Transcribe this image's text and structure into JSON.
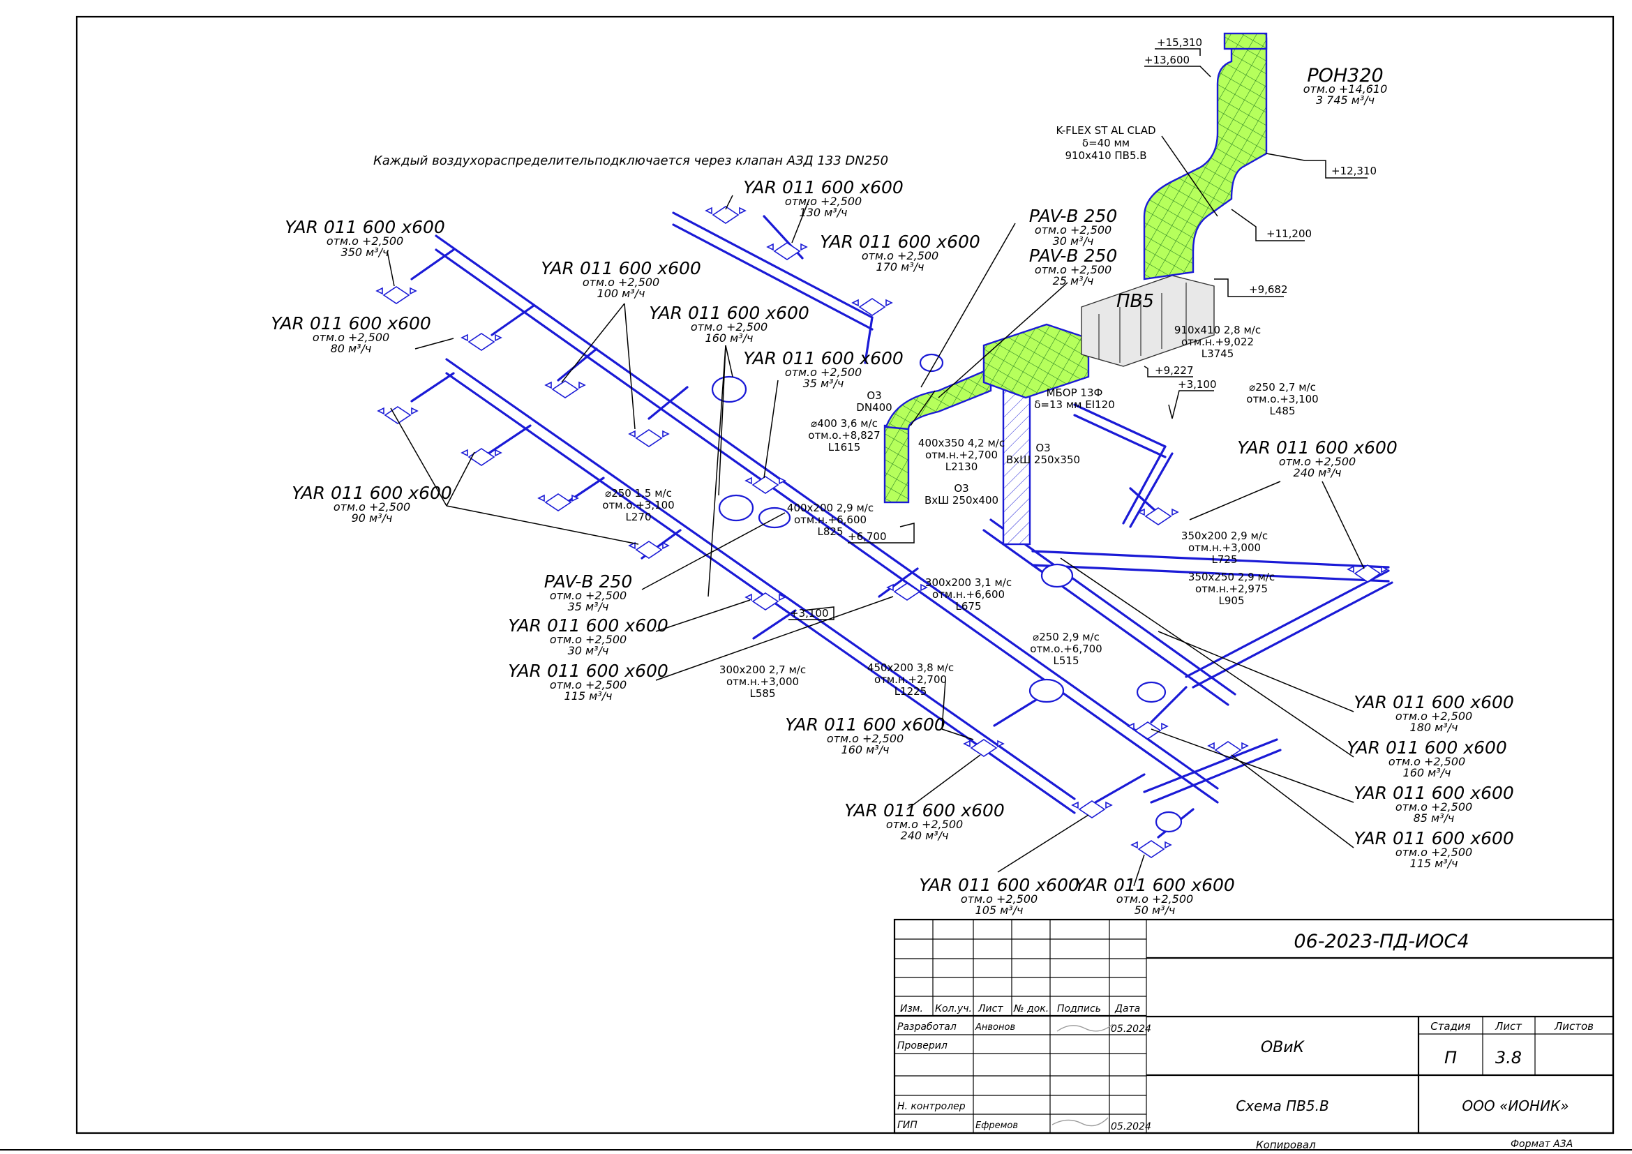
{
  "note": "Каждый воздухораспределительподключается через клапан АЗД 133 DN250",
  "diffusers": [
    {
      "model": "YAR 011 600 x600",
      "elev": "отм.о +2,500",
      "flow": "130 м³/ч"
    },
    {
      "model": "YAR 011 600 x600",
      "elev": "отм.о +2,500",
      "flow": "350 м³/ч"
    },
    {
      "model": "YAR 011 600 x600",
      "elev": "отм.о +2,500",
      "flow": "170 м³/ч"
    },
    {
      "model": "YAR 011 600 x600",
      "elev": "отм.о +2,500",
      "flow": "100 м³/ч"
    },
    {
      "model": "YAR 011 600 x600",
      "elev": "отм.о +2,500",
      "flow": "80 м³/ч"
    },
    {
      "model": "YAR 011 600 x600",
      "elev": "отм.о +2,500",
      "flow": "160 м³/ч"
    },
    {
      "model": "YAR 011 600 x600",
      "elev": "отм.о +2,500",
      "flow": "35 м³/ч"
    },
    {
      "model": "YAR 011 600 x600",
      "elev": "отм.о +2,500",
      "flow": "90 м³/ч"
    },
    {
      "model": "YAR 011 600 x600",
      "elev": "отм.о +2,500",
      "flow": "240 м³/ч"
    },
    {
      "model": "YAR 011 600 x600",
      "elev": "отм.о +2,500",
      "flow": "30 м³/ч"
    },
    {
      "model": "YAR 011 600 x600",
      "elev": "отм.о +2,500",
      "flow": "115 м³/ч"
    },
    {
      "model": "YAR 011 600 x600",
      "elev": "отм.о +2,500",
      "flow": "160 м³/ч"
    },
    {
      "model": "YAR 011 600 x600",
      "elev": "отм.о +2,500",
      "flow": "240 м³/ч"
    },
    {
      "model": "YAR 011 600 x600",
      "elev": "отм.о +2,500",
      "flow": "105 м³/ч"
    },
    {
      "model": "YAR 011 600 x600",
      "elev": "отм.о +2,500",
      "flow": "50 м³/ч"
    },
    {
      "model": "YAR 011 600 x600",
      "elev": "отм.о +2,500",
      "flow": "180 м³/ч"
    },
    {
      "model": "YAR 011 600 x600",
      "elev": "отм.о +2,500",
      "flow": "160 м³/ч"
    },
    {
      "model": "YAR 011 600 x600",
      "elev": "отм.о +2,500",
      "flow": "85 м³/ч"
    },
    {
      "model": "YAR 011 600 x600",
      "elev": "отм.о +2,500",
      "flow": "115 м³/ч"
    }
  ],
  "valves": [
    {
      "model": "PAV-B 250",
      "elev": "отм.о +2,500",
      "flow": "30 м³/ч"
    },
    {
      "model": "PAV-B 250",
      "elev": "отм.о +2,500",
      "flow": "25 м³/ч"
    },
    {
      "model": "PAV-B 250",
      "elev": "отм.о +2,500",
      "flow": "35 м³/ч"
    }
  ],
  "roof_unit": {
    "model": "РОН320",
    "elev": "отм.о +14,610",
    "flow": "3 745 м³/ч"
  },
  "insulation": {
    "name": "K-FLEX ST AL CLAD",
    "thickness": "δ=40 мм",
    "section": "910x410  ПВ5.В"
  },
  "fire_insulation": {
    "name": "МБОР 13Ф",
    "spec": "δ=13 мм EI120"
  },
  "ahu_label": "ПВ5",
  "levels": [
    "+15,310",
    "+13,600",
    "+12,310",
    "+11,200",
    "+9,682",
    "+9,227",
    "+3,100",
    "+6,700",
    "+3,100"
  ],
  "segments": [
    {
      "l1": "910x410  2,8 м/с",
      "l2": "отм.н.+9,022",
      "l3": "L3745"
    },
    {
      "l1": "⌀250  2,7 м/с",
      "l2": "отм.о.+3,100",
      "l3": "L485"
    },
    {
      "l1": "⌀400  3,6 м/с",
      "l2": "отм.о.+8,827",
      "l3": "L1615"
    },
    {
      "l1": "400x350  4,2 м/с",
      "l2": "отм.н.+2,700",
      "l3": "L2130"
    },
    {
      "l1": "⌀250  1,5 м/с",
      "l2": "отм.о.+3,100",
      "l3": "L270"
    },
    {
      "l1": "400x200  2,9 м/с",
      "l2": "отм.н.+6,600",
      "l3": "L825"
    },
    {
      "l1": "350x200  2,9 м/с",
      "l2": "отм.н.+3,000",
      "l3": "L725"
    },
    {
      "l1": "350x250  2,9 м/с",
      "l2": "отм.н.+2,975",
      "l3": "L905"
    },
    {
      "l1": "300x200  3,1 м/с",
      "l2": "отм.н.+6,600",
      "l3": "L675"
    },
    {
      "l1": "⌀250  2,9 м/с",
      "l2": "отм.о.+6,700",
      "l3": "L515"
    },
    {
      "l1": "300x200  2,7 м/с",
      "l2": "отм.н.+3,000",
      "l3": "L585"
    },
    {
      "l1": "450x200  3,8 м/с",
      "l2": "отм.н.+2,700",
      "l3": "L1225"
    }
  ],
  "openings": [
    {
      "t1": "О3",
      "t2": "DN400"
    },
    {
      "t1": "О3",
      "t2": "ВхШ  250х350"
    },
    {
      "t1": "О3",
      "t2": "ВхШ 250х400"
    }
  ],
  "title_block": {
    "code": "06-2023-ПД-ИОС4",
    "col_headers": [
      "Изм.",
      "Кол.уч.",
      "Лист",
      "№ док.",
      "Подпись",
      "Дата"
    ],
    "rows": [
      {
        "role": "Разработал",
        "name": "Анвонов",
        "date": "05.2024"
      },
      {
        "role": "Проверил",
        "name": "",
        "date": ""
      },
      {
        "role": "",
        "name": "",
        "date": ""
      },
      {
        "role": "Н. контролер",
        "name": "",
        "date": ""
      },
      {
        "role": "ГИП",
        "name": "Ефремов",
        "date": "05.2024"
      }
    ],
    "section": "ОВиК",
    "stage_header": "Стадия",
    "sheet_header": "Лист",
    "sheets_header": "Листов",
    "stage": "П",
    "sheet": "3.8",
    "drawing_name": "Схема ПВ5.В",
    "company": "ООО «ИОНИК»",
    "copied": "Копировал",
    "format": "Формат А3А"
  }
}
